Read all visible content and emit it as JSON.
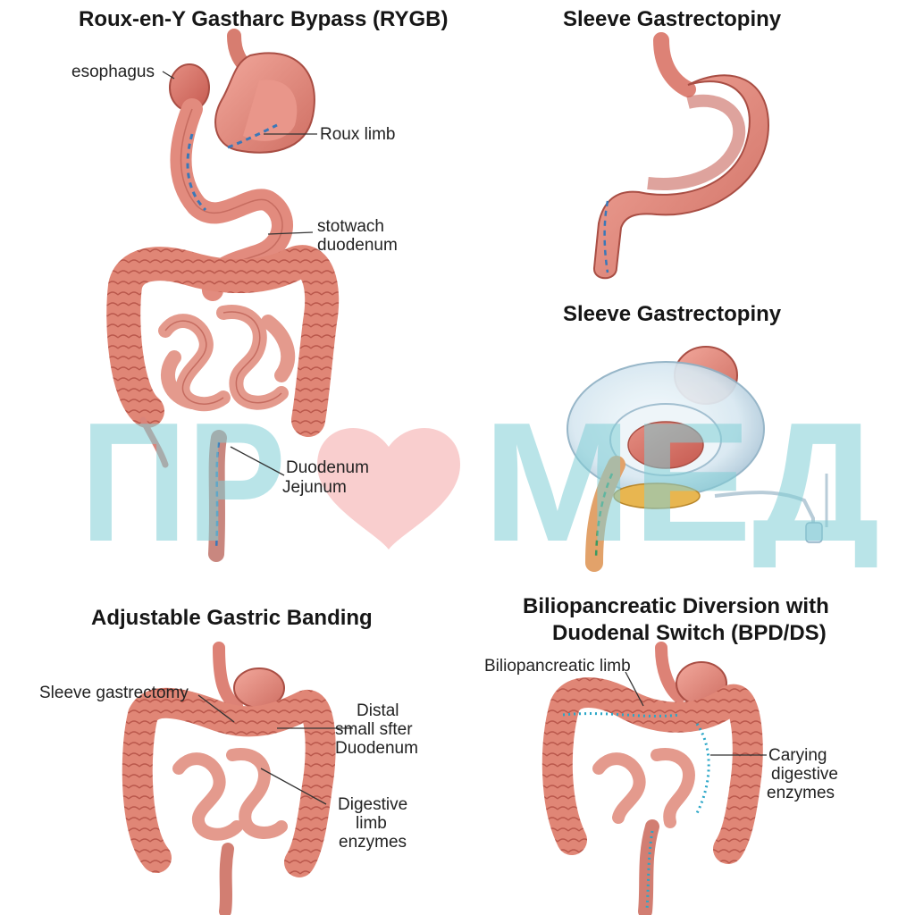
{
  "panels": {
    "rygb": {
      "title": "Roux-en-Y Gastharc Bypass (RYGB)",
      "labels": {
        "esophagus": "esophagus",
        "roux_limb": "Roux limb",
        "stomach_duodenum_1": "stotwach",
        "stomach_duodenum_2": "duodenum",
        "duodenum": "Duodenum",
        "jejunum": "Jejunum"
      }
    },
    "sleeve_top": {
      "title": "Sleeve Gastrectopiny"
    },
    "sleeve_band": {
      "title": "Sleeve Gastrectopiny"
    },
    "banding": {
      "title": "Adjustable Gastric Banding",
      "labels": {
        "sleeve_gastrectomy": "Sleeve gastrectomy",
        "distal_1": "Distal",
        "distal_2": "small sfter",
        "distal_3": "Duodenum",
        "digestive_1": "Digestive",
        "digestive_2": "limb",
        "digestive_3": "enzymes"
      }
    },
    "bpd_ds": {
      "title_line1": "Biliopancreatic Diversion with",
      "title_line2": "Duodenal Switch (BPD/DS)",
      "labels": {
        "biliopancreatic_limb": "Biliopancreatic limb",
        "carrying_1": "Carying",
        "carrying_2": "digestive",
        "carrying_3": "enzymes"
      }
    }
  },
  "watermark": {
    "text_left": "ПР",
    "text_right": "МЕД",
    "color": "#7fcdd6",
    "heart_color": "#f4a6a6"
  },
  "colors": {
    "tissue": "#e38a7e",
    "tissue_dark": "#b8544c",
    "tissue_light": "#f4b8ad",
    "blue_dash": "#3a78b8",
    "band": "#cfe3ee"
  }
}
